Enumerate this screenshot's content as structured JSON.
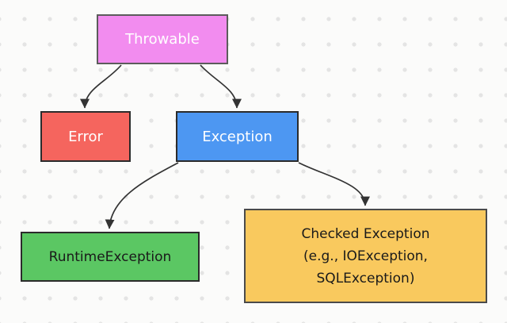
{
  "colors": {
    "background": "#fbfbfa",
    "dot": "#e4e4e4",
    "edge": "#333333",
    "throwable_fill": "#f28cef",
    "error_fill": "#f5655e",
    "exception_fill": "#4d97f2",
    "runtime_fill": "#5bc763",
    "checked_fill": "#f9c95e"
  },
  "nodes": {
    "throwable": {
      "label": "Throwable"
    },
    "error": {
      "label": "Error"
    },
    "exception": {
      "label": "Exception"
    },
    "runtime_exception": {
      "label": "RuntimeException"
    },
    "checked_exception": {
      "line1": "Checked Exception",
      "line2": "(e.g., IOException,",
      "line3": "SQLException)"
    }
  },
  "edges": [
    {
      "from": "Throwable",
      "to": "Error"
    },
    {
      "from": "Throwable",
      "to": "Exception"
    },
    {
      "from": "Exception",
      "to": "RuntimeException"
    },
    {
      "from": "Exception",
      "to": "Checked Exception (e.g., IOException, SQLException)"
    }
  ]
}
